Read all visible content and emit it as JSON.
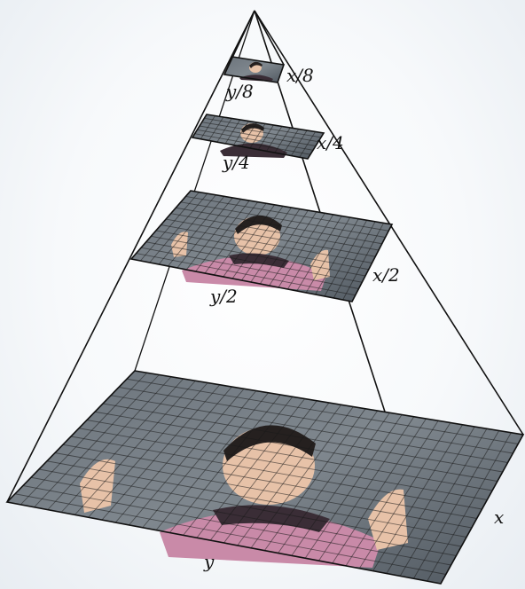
{
  "labels": {
    "level0_x": "x",
    "level0_y": "y",
    "level1_x": "x/2",
    "level1_y": "y/2",
    "level2_x": "x/4",
    "level2_y": "y/4",
    "level3_x": "x/8",
    "level3_y": "y/8"
  },
  "colors": {
    "line": "#111111",
    "image_background": "#56606a",
    "image_mid": "#7b838b",
    "skin": "#e7c2a8",
    "shirt": "#c98aa8",
    "shirt_dark": "#3a2d36",
    "hair": "#25201f"
  }
}
